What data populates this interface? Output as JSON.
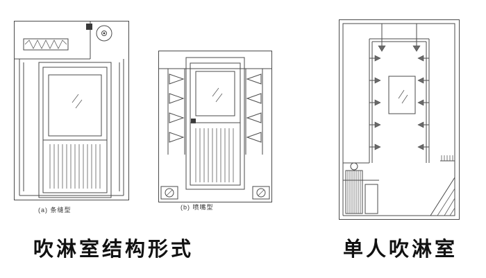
{
  "figures": {
    "left": {
      "caption": "吹淋室结构形式",
      "diagrams": [
        {
          "name": "slot-type",
          "label": "(a) 条缝型"
        },
        {
          "name": "nozzle-type",
          "label": "(b) 喷嘴型"
        }
      ]
    },
    "right": {
      "caption": "单人吹淋室"
    }
  },
  "colors": {
    "line": "#4a4a4a",
    "text": "#111111",
    "background": "#ffffff"
  }
}
